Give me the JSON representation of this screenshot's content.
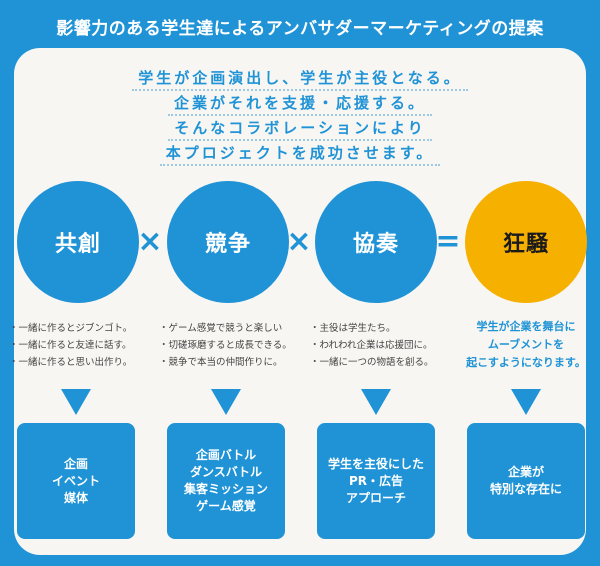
{
  "title": "影響力のある学生達によるアンバサダーマーケティングの提案",
  "intro_lines": [
    "学生が企画演出し、学生が主役となる。",
    "企業がそれを支援・応援する。",
    "そんなコラボレーションにより",
    "本プロジェクトを成功させます。"
  ],
  "equation": {
    "terms": [
      "共創",
      "競争",
      "協奏",
      "狂騒"
    ],
    "operators": [
      "×",
      "×",
      "="
    ]
  },
  "columns": [
    {
      "notes": [
        "・一緒に作るとジブンゴト。",
        "・一緒に作ると友達に話す。",
        "・一緒に作ると思い出作り。"
      ],
      "box_lines": [
        "企画",
        "イベント",
        "媒体"
      ]
    },
    {
      "notes": [
        "・ゲーム感覚で競うと楽しい",
        "・切磋琢磨すると成長できる。",
        "・競争で本当の仲間作りに。"
      ],
      "box_lines": [
        "企画バトル",
        "ダンスバトル",
        "集客ミッション",
        "ゲーム感覚"
      ]
    },
    {
      "notes": [
        "・主役は学生たち。",
        "・われわれ企業は応援団に。",
        "・一緒に一つの物語を創る。"
      ],
      "box_lines": [
        "学生を主役にした",
        "PR・広告",
        "アプローチ"
      ]
    },
    {
      "result_lines": [
        "学生が企業を舞台に",
        "ムーブメントを",
        "起こすようになります。"
      ],
      "box_lines": [
        "企業が",
        "特別な存在に"
      ]
    }
  ],
  "colors": {
    "primary": "#1f93d6",
    "accent": "#f6b000",
    "panel": "#f7f6f3"
  }
}
